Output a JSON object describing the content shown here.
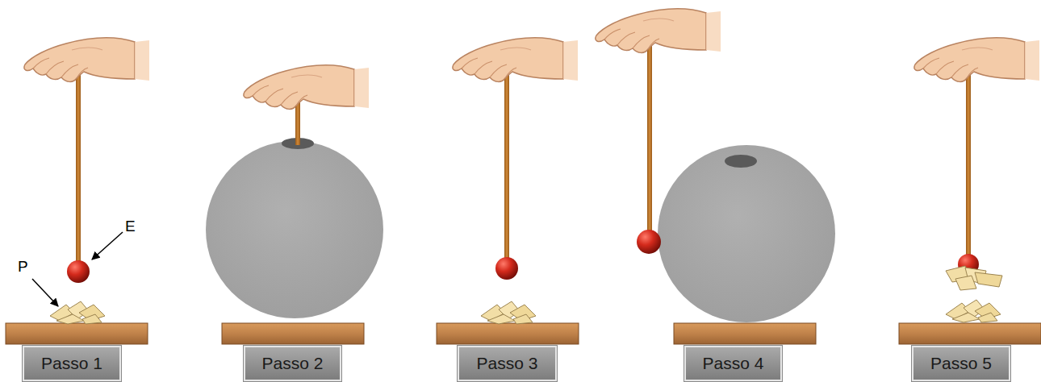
{
  "diagram": {
    "nodes": [
      {
        "text": [
          "Passo 1"
        ]
      },
      {
        "text": [
          "Passo 2"
        ]
      },
      {
        "text": [
          "Passo 3"
        ]
      },
      {
        "text": [
          "Passo 4"
        ]
      },
      {
        "text": [
          "Passo 5"
        ]
      }
    ],
    "labels": [
      "E",
      "P"
    ]
  }
}
